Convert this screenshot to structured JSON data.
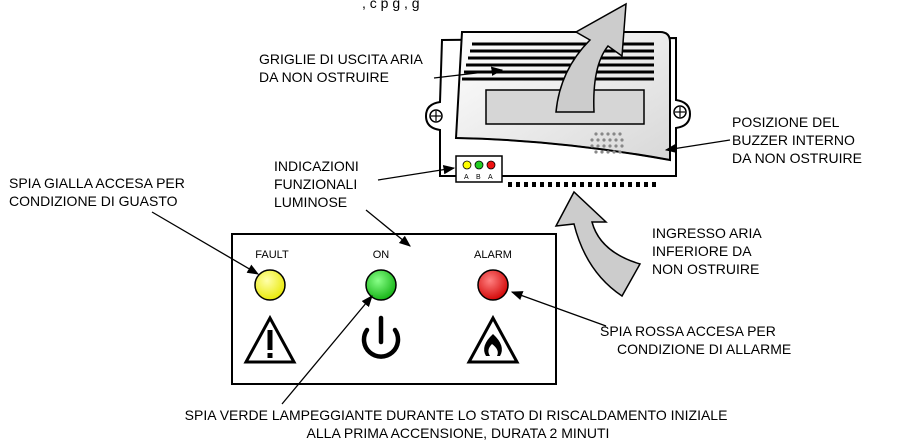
{
  "header_text": ", c                  p   g         ,                  g",
  "device": {
    "mini_led_labels": [
      "A",
      "B",
      "A"
    ]
  },
  "annotations": {
    "vent_grille": [
      "GRIGLIE DI USCITA ARIA",
      "DA NON OSTRUIRE"
    ],
    "buzzer": [
      "POSIZIONE DEL",
      "BUZZER INTERNO",
      "DA NON OSTRUIRE"
    ],
    "indications": [
      "INDICAZIONI",
      "FUNZIONALI",
      "LUMINOSE"
    ],
    "air_inlet": [
      "INGRESSO ARIA",
      "INFERIORE DA",
      "NON OSTRUIRE"
    ],
    "yellow_led": [
      "SPIA GIALLA ACCESA PER",
      "CONDIZIONE DI GUASTO"
    ],
    "red_led": [
      "SPIA ROSSA ACCESA PER",
      "CONDIZIONE DI ALLARME"
    ],
    "green_led": [
      "SPIA VERDE LAMPEGGIANTE DURANTE LO STATO DI RISCALDAMENTO INIZIALE",
      "ALLA PRIMA ACCENSIONE, DURATA 2 MINUTI"
    ]
  },
  "panel": {
    "fault_label": "FAULT",
    "on_label": "ON",
    "alarm_label": "ALARM"
  },
  "colors": {
    "yellow": "#ffff00",
    "green": "#22cc22",
    "red": "#ee1111",
    "arrow_fill": "#cccccc"
  }
}
